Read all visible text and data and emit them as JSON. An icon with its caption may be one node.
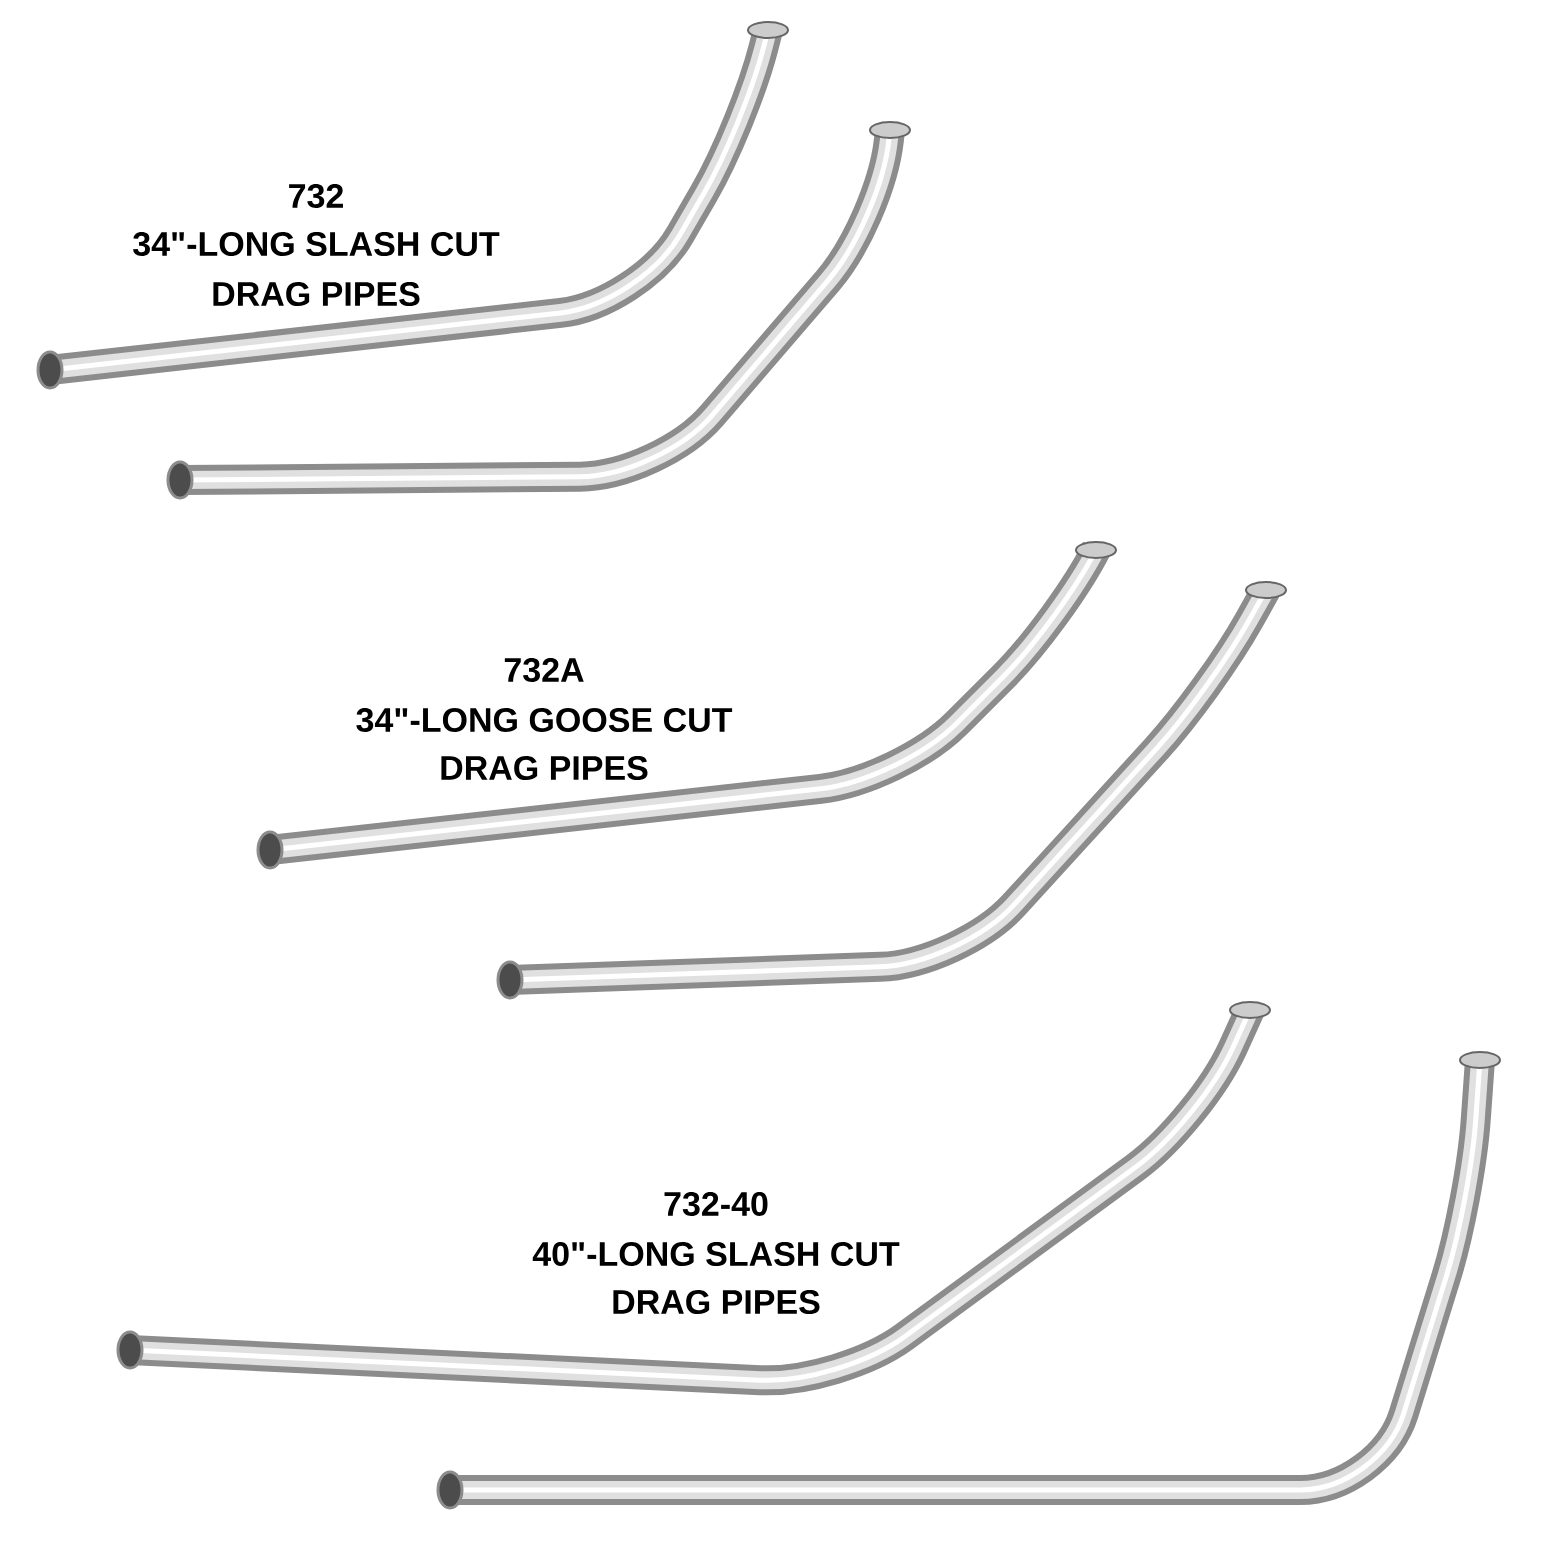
{
  "diagram": {
    "labels": [
      "732",
      "34\"-LONG SLASH CUT",
      "DRAG PIPES",
      "732A",
      "34\"-LONG GOOSE CUT",
      "DRAG PIPES",
      "732-40",
      "40\"-LONG SLASH CUT",
      "DRAG PIPES"
    ]
  }
}
